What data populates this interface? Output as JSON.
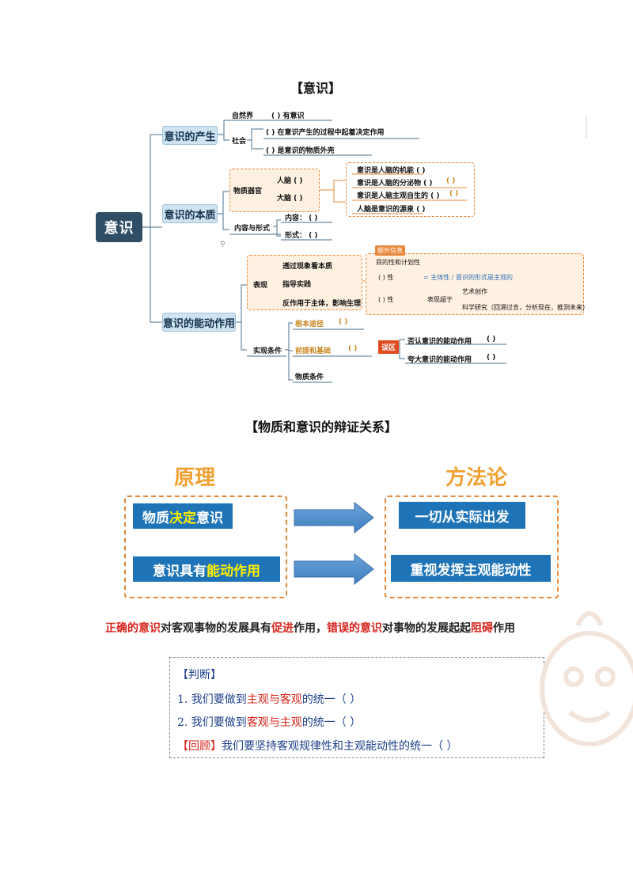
{
  "mindmap": {
    "title": "【意识】",
    "root": "意识",
    "branch1": {
      "label": "意识的产生",
      "nature_label": "自然界",
      "nature_item": "(      ) 有意识",
      "society_label": "社会",
      "society_item1": "(      ) 在意识产生的过程中起着决定作用",
      "society_item2": "(      ) 是意识的物质外壳"
    },
    "branch2": {
      "label": "意识的本质",
      "organ_label": "物质器官",
      "organ_item1": "人脑  (    )",
      "organ_item2": "大脑  (    )",
      "form_label": "内容与形式",
      "form_item1": "内容：  (    )",
      "form_item2": "形式：  (    )",
      "side1": "意识是人脑的机能  (    )",
      "side2": "意识是人脑的分泌物  (    )",
      "side3": "意识是人脑主观自生的  (    )",
      "side4": "人脑是意识的源泉  (    )",
      "side2_extra": "(    )",
      "side3_extra": "(    )"
    },
    "branch3": {
      "label": "意识的能动作用",
      "perf_label": "表现",
      "perf_item1": "透过现象看本质",
      "perf_item2": "指导实践",
      "perf_item3": "反作用于主体，影响生理",
      "extra_tag": "额外信息",
      "extra1": "目的性和计划性",
      "extra2_a": "(          )  性",
      "extra2_b": "= 主体性 / 意识的形式是主观的",
      "extra3_a": "(          )  性",
      "extra3_b": "表现超于",
      "extra3_c": "艺术创作",
      "extra3_d": "科学研究（回溯过去，分析现在，推测未来）",
      "cond_label": "实现条件",
      "cond1": "根本途径",
      "cond1_blank": "(      )",
      "cond2": "前提和基础",
      "cond2_blank": "(      )",
      "mistake_tag": "误区",
      "mistake1": "否认意识的能动作用",
      "mistake1_blank": "(      )",
      "mistake2": "夸大意识的能动作用",
      "mistake2_blank": "(      )",
      "cond3": "物质条件"
    }
  },
  "dialectic": {
    "title": "【物质和意识的辩证关系】",
    "principle_heading": "原理",
    "method_heading": "方法论",
    "principle1_a": "物质",
    "principle1_b": "决定",
    "principle1_c": "意识",
    "principle2_a": "意识具有",
    "principle2_b": "能动作用",
    "method1": "一切从实际出发",
    "method2": "重视发挥主观能动性",
    "stmt": {
      "p1": "正确的意识",
      "p2": "对客观事物的发展具有",
      "p3": "促进",
      "p4": "作用，",
      "p5": "错误的意识",
      "p6": "对事物的发展起起",
      "p7": "阻碍",
      "p8": "作用"
    }
  },
  "judge": {
    "heading": "【判断】",
    "q1_a": "1. 我们要做到",
    "q1_b": "主观与客观",
    "q1_c": "的统一（    ）",
    "q2_a": "2. 我们要做到",
    "q2_b": "客观与主观",
    "q2_c": "的统一（    ）",
    "q3_a": "【回顾】",
    "q3_b": "我们要坚持客观规律性和主观能动性的统一（    ）"
  },
  "colors": {
    "accent_orange": "#e8883a",
    "node_blue": "#cfe3f0",
    "root_dark": "#2f4e66",
    "button_blue": "#1f74b8",
    "heading_gold": "#f0a030",
    "red": "#d8241c"
  }
}
